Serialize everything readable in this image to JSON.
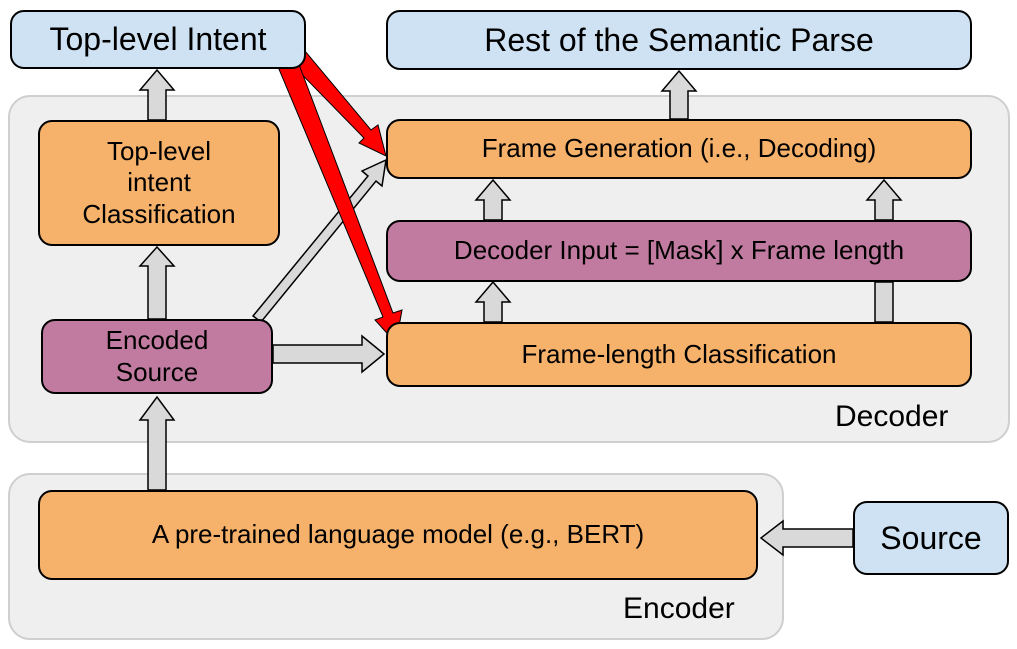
{
  "diagram": {
    "top_intent": "Top-level Intent",
    "rest_parse": "Rest of the Semantic Parse",
    "top_intent_classification": "Top-level\nintent\nClassification",
    "frame_generation": "Frame Generation (i.e., Decoding)",
    "decoder_input": "Decoder Input = [Mask] x Frame length",
    "encoded_source": "Encoded\nSource",
    "frame_length_classification": "Frame-length Classification",
    "decoder_label": "Decoder",
    "pretrained_lm": "A pre-trained language model (e.g., BERT)",
    "source": "Source",
    "encoder_label": "Encoder"
  },
  "colors": {
    "output_box": "#cfe2f3",
    "process_box": "#f6b26b",
    "representation_box": "#c27ba0",
    "region_fill": "#efefef",
    "arrow_fill": "#d9d9d9",
    "highlight_arrow": "#ff0000"
  }
}
